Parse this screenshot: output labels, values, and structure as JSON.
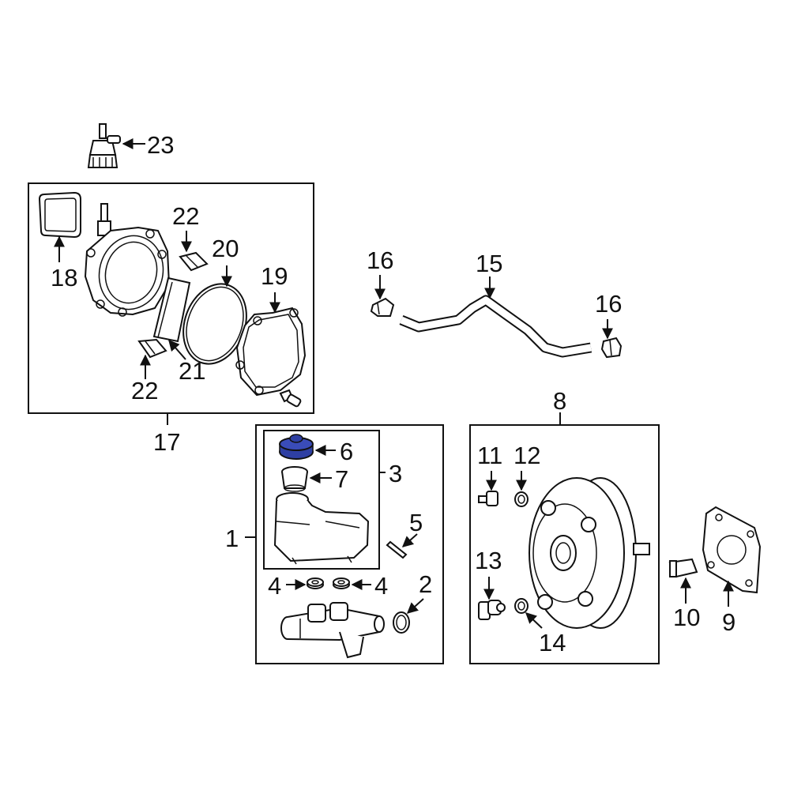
{
  "callouts": {
    "c1": "1",
    "c2": "2",
    "c3": "3",
    "c4a": "4",
    "c4b": "4",
    "c5": "5",
    "c6": "6",
    "c7": "7",
    "c8": "8",
    "c9": "9",
    "c10": "10",
    "c11": "11",
    "c12": "12",
    "c13": "13",
    "c14": "14",
    "c15": "15",
    "c16a": "16",
    "c16b": "16",
    "c17": "17",
    "c18": "18",
    "c19": "19",
    "c20": "20",
    "c21": "21",
    "c22a": "22",
    "c22b": "22",
    "c23": "23"
  },
  "colors": {
    "line": "#111111",
    "highlight": "#2e3fa3",
    "background": "#ffffff"
  },
  "highlighted_part": "6"
}
